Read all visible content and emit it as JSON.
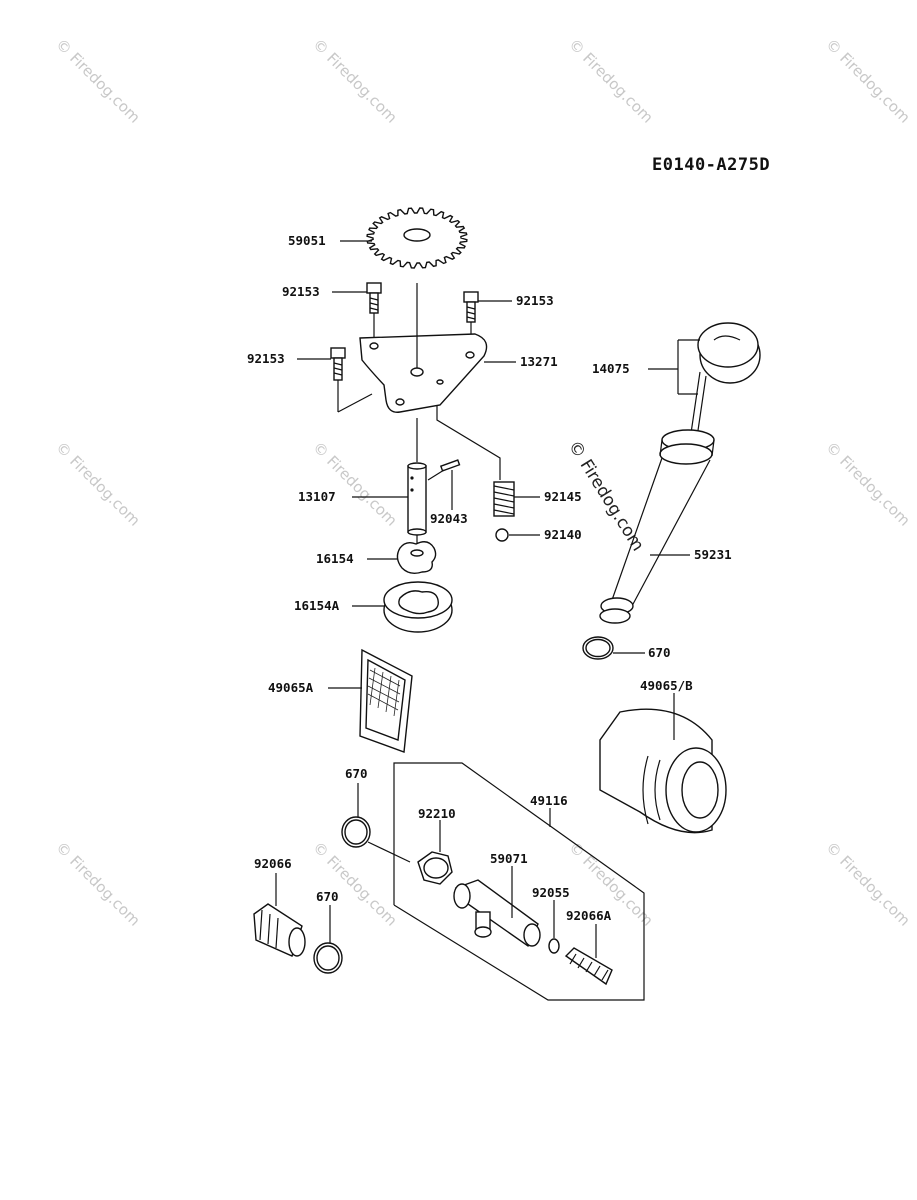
{
  "diagram_code": "E0140-A275D",
  "watermark": "© Firedog.com",
  "parts": {
    "p59051": "59051",
    "p92153_a": "92153",
    "p92153_b": "92153",
    "p92153_c": "92153",
    "p13271": "13271",
    "p14075": "14075",
    "p13107": "13107",
    "p92043": "92043",
    "p92145": "92145",
    "p92140": "92140",
    "p59231": "59231",
    "p16154": "16154",
    "p16154A": "16154A",
    "p670_a": "670",
    "p49065A": "49065A",
    "p49065B": "49065/B",
    "p670_b": "670",
    "p49116": "49116",
    "p92210": "92210",
    "p59071": "59071",
    "p92066": "92066",
    "p670_c": "670",
    "p92055": "92055",
    "p92066A": "92066A"
  }
}
